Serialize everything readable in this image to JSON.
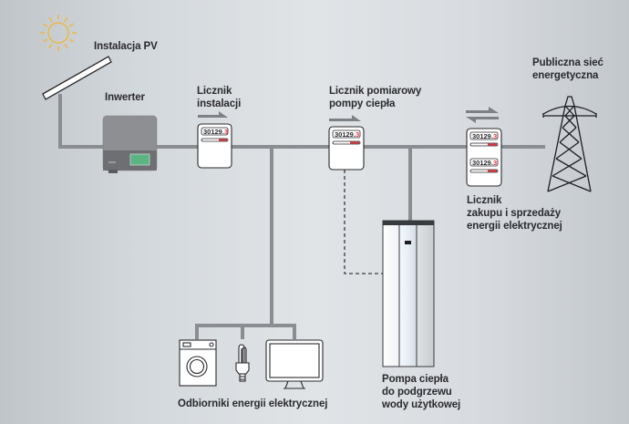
{
  "labels": {
    "pv_installation": "Instalacja PV",
    "inverter": "Inwerter",
    "installation_meter": [
      "Licznik",
      "instalacji"
    ],
    "heat_pump_meter": [
      "Licznik pomiarowy",
      "pompy ciepła"
    ],
    "public_grid": [
      "Publiczna sieć",
      "energetyczna"
    ],
    "bidirectional_meter": [
      "Licznik",
      "zakupu i sprzedaży",
      "energii elektrycznej"
    ],
    "heat_pump": [
      "Pompa ciepła",
      "do podgrzewu",
      "wody użytkowej"
    ],
    "consumers": "Odbiorniki energii elektrycznej"
  },
  "meter_reading": {
    "integer_part": "30129",
    "decimal_part": "3"
  },
  "icons": {
    "sun": "sun-icon",
    "solar_panel": "solar-panel-icon",
    "inverter": "inverter-icon",
    "meter": "electricity-meter-icon",
    "transmission_tower": "transmission-tower-icon",
    "heat_pump": "heat-pump-icon",
    "washing_machine": "washing-machine-icon",
    "light_bulb": "light-bulb-icon",
    "monitor": "monitor-icon",
    "flow_arrow": "arrow-right-icon",
    "bidirectional_arrow": "bidirectional-arrows-icon"
  },
  "colors": {
    "sun": "#f2b632",
    "wire": "#8a8d91",
    "inverter_body": "#8e8f93",
    "inverter_display": "#5bb583",
    "meter_red": "#e8323a",
    "text": "#2a2a2e"
  }
}
